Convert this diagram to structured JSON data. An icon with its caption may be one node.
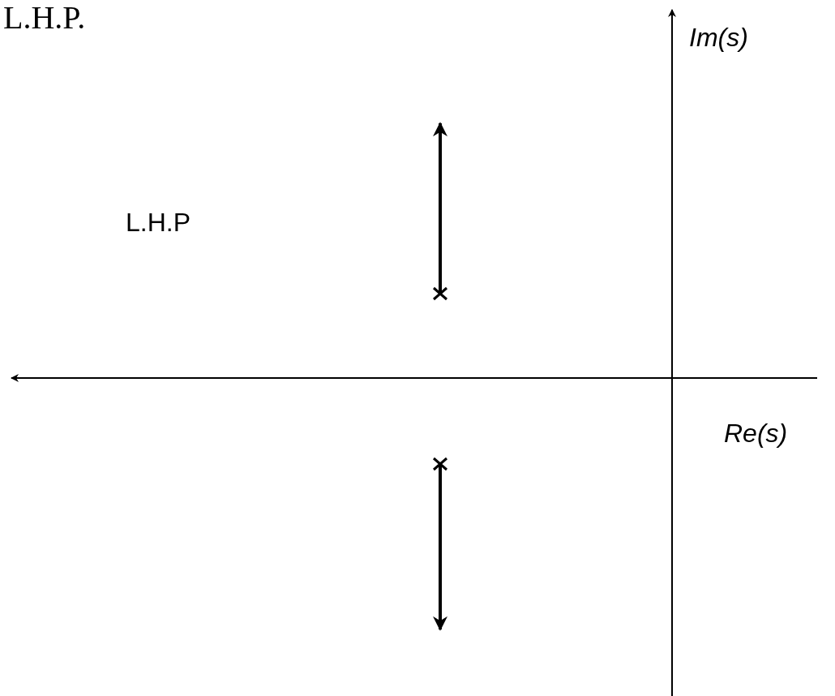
{
  "diagram": {
    "labels": [
      "L.H.P.",
      "Im(s)",
      "L.H.P",
      "Re(s)"
    ]
  }
}
